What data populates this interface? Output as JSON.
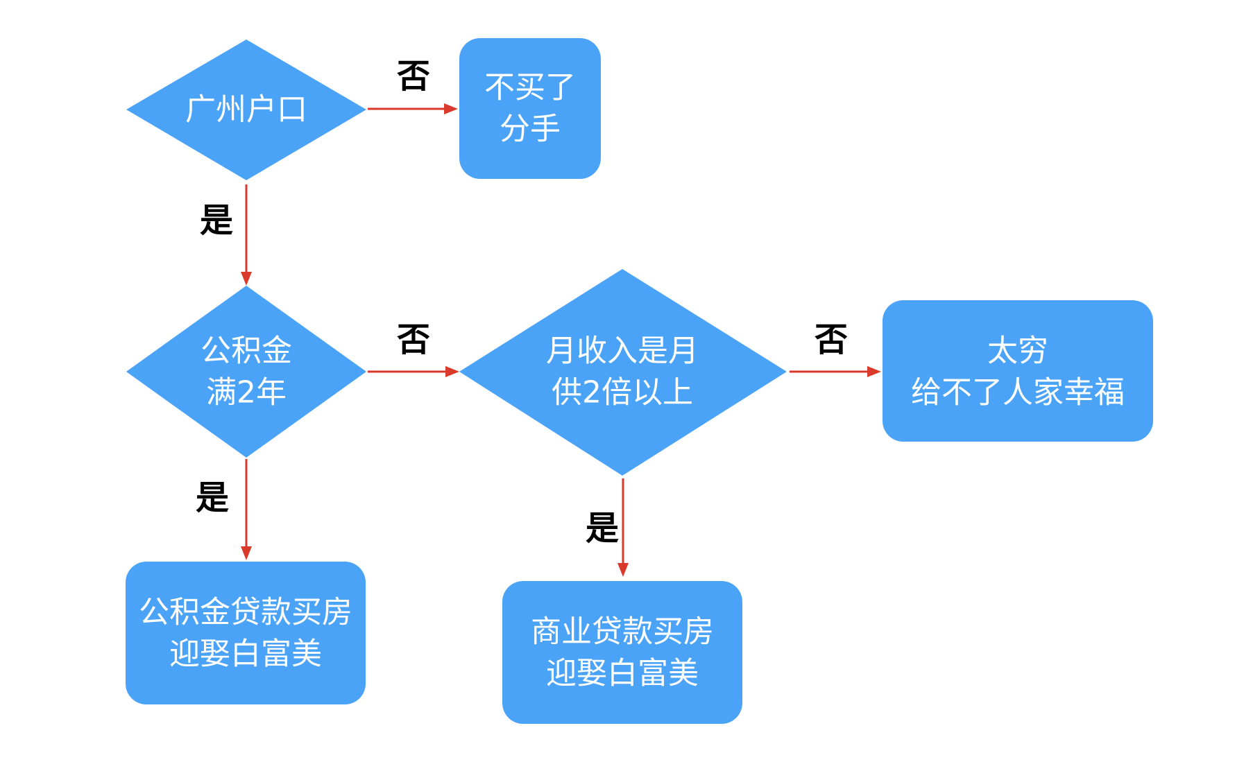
{
  "colors": {
    "node_fill": "#4aa3f7",
    "edge": "#d93a2b",
    "node_text": "#ffffff",
    "label_text": "#000000"
  },
  "nodes": {
    "hukou": {
      "lines": [
        "广州户口"
      ]
    },
    "no_buy": {
      "lines": [
        "不买了",
        "分手"
      ]
    },
    "fund": {
      "lines": [
        "公积金",
        "满2年"
      ]
    },
    "income": {
      "lines": [
        "月收入是月",
        "供2倍以上"
      ]
    },
    "poor": {
      "lines": [
        "太穷",
        "给不了人家幸福"
      ]
    },
    "fund_loan": {
      "lines": [
        "公积金贷款买房",
        "迎娶白富美"
      ]
    },
    "commercial_loan": {
      "lines": [
        "商业贷款买房",
        "迎娶白富美"
      ]
    }
  },
  "edges": {
    "hukou_no": {
      "label": "否"
    },
    "hukou_yes": {
      "label": "是"
    },
    "fund_no": {
      "label": "否"
    },
    "fund_yes": {
      "label": "是"
    },
    "income_no": {
      "label": "否"
    },
    "income_yes": {
      "label": "是"
    }
  }
}
